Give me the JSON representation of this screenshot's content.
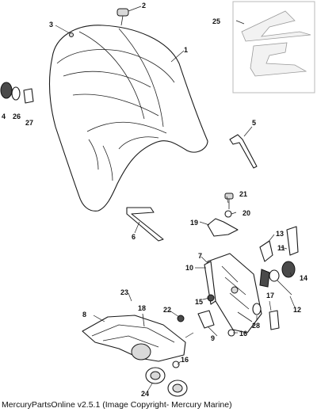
{
  "callouts": [
    "1",
    "2",
    "3",
    "4",
    "5",
    "6",
    "7",
    "8",
    "9",
    "10",
    "11",
    "12",
    "13",
    "14",
    "15",
    "16",
    "16b",
    "17",
    "18",
    "19",
    "20",
    "21",
    "22",
    "23",
    "24",
    "25",
    "26",
    "27",
    "28"
  ],
  "callout_labels": {
    "c1": "1",
    "c2": "2",
    "c3": "3",
    "c4": "4",
    "c5": "5",
    "c6": "6",
    "c7": "7",
    "c8": "8",
    "c9": "9",
    "c10": "10",
    "c11": "11",
    "c12": "12",
    "c13": "13",
    "c14": "14",
    "c15": "15",
    "c16": "16",
    "c16b": "16",
    "c17": "17",
    "c18": "18",
    "c19": "19",
    "c20": "20",
    "c21": "21",
    "c22": "22",
    "c23": "23",
    "c24": "24",
    "c25": "25",
    "c26": "26",
    "c27": "27",
    "c28": "28"
  },
  "footer": {
    "text": "MercuryPartsOnline v2.5.1 (Image Copyright- Mercury Marine)"
  }
}
